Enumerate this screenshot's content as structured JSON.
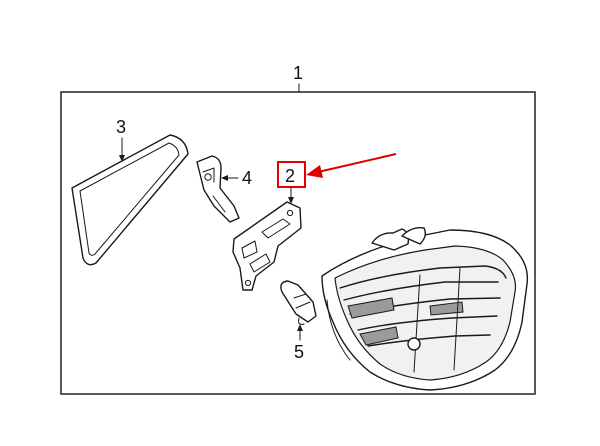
{
  "callouts": {
    "assembly": "1",
    "reinforcement": "2",
    "lens_panel": "3",
    "bracket": "4",
    "bulb": "5"
  },
  "highlight": {
    "callout": "2",
    "box_color": "#e00000",
    "arrow_color": "#e00000"
  },
  "colors": {
    "line": "#1a1a1a",
    "frame": "#222222"
  }
}
